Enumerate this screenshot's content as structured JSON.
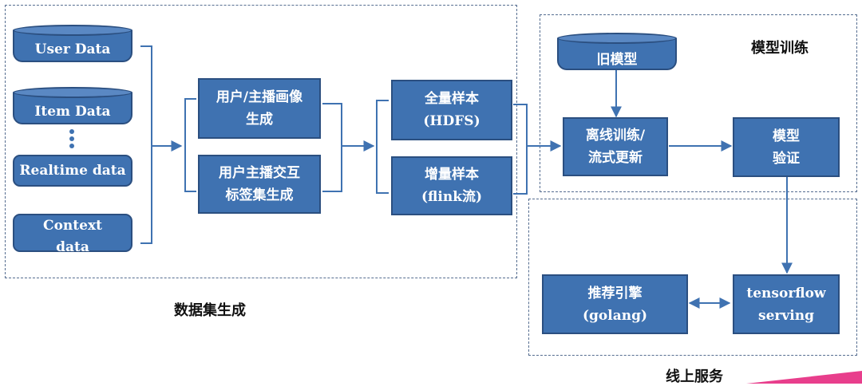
{
  "sections": {
    "data_generation": "数据集生成",
    "model_training": "模型训练",
    "online_service": "线上服务"
  },
  "sources": {
    "user_data": "User Data",
    "item_data": "Item Data",
    "realtime_data": "Realtime data",
    "context_data_line1": "Context",
    "context_data_line2": "data"
  },
  "features": {
    "profile_line1": "用户/主播画像",
    "profile_line2": "生成",
    "interaction_line1": "用户主播交互",
    "interaction_line2": "标签集生成"
  },
  "samples": {
    "full_line1": "全量样本",
    "full_line2": "(HDFS)",
    "incremental_line1": "增量样本",
    "incremental_line2": "(flink流)"
  },
  "training": {
    "old_model": "旧模型",
    "offline_line1": "离线训练/",
    "offline_line2": "流式更新",
    "validate_line1": "模型",
    "validate_line2": "验证"
  },
  "serving": {
    "engine_line1": "推荐引擎",
    "engine_line2": "(golang)",
    "tf_line1": "tensorflow",
    "tf_line2": "serving"
  },
  "colors": {
    "box_fill": "#3f72b1",
    "box_border": "#2b4f80",
    "connector": "#3f72b1",
    "dashed_frame": "#556d90",
    "accent_corner": "#e83e8c"
  }
}
